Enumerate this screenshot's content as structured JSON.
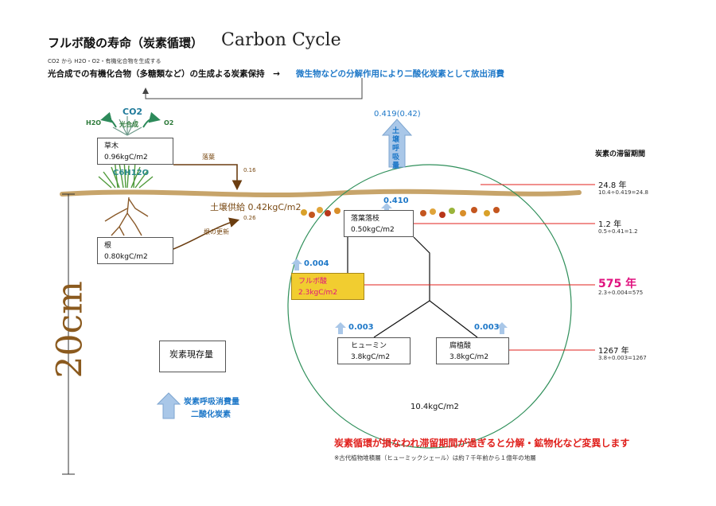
{
  "header": {
    "title": "フルボ酸の寿命（炭素循環）",
    "title_en": "Carbon Cycle",
    "sub_small": "CO2 から H2O・O2・有機化合物を生成する",
    "sub_main": "光合成での有機化合物（多糖類など）の生成よる炭素保持　→",
    "sub_blue": "微生物などの分解作用により二酸化炭素として放出消費"
  },
  "plant": {
    "co2": "CO2",
    "photosynthesis": "光合成",
    "h2o": "H2O",
    "o2": "O2",
    "c6h12o": "C6H12O"
  },
  "boxes": {
    "grass_name": "草木",
    "grass_value": "0.96kgC/m2",
    "root_name": "根",
    "root_value": "0.80kgC/m2",
    "litter_name": "落葉落枝",
    "litter_value": "0.50kgC/m2",
    "fulvic_name": "フルボ酸",
    "fulvic_value": "2.3kgC/m2",
    "humin_name": "ヒューミン",
    "humin_value": "3.8kgC/m2",
    "humic_name": "腐植酸",
    "humic_value": "3.8kgC/m2",
    "stock_label": "炭素現存量"
  },
  "flows": {
    "leaf_fall": "落葉",
    "leaf_fall_value": "0.16",
    "soil_supply": "土壌供給 0.42kgC/m2",
    "root_renewal_value": "0.26",
    "root_renewal": "根の更新",
    "soil_resp_value": "0.419(0.42)",
    "soil_resp": "土壌呼吸量",
    "litter_resp": "0.410",
    "fulvic_resp": "0.004",
    "humin_resp": "0.003",
    "humic_resp": "0.003",
    "total_circle": "10.4kgC/m2"
  },
  "legend": {
    "line1": "炭素呼吸消費量",
    "line2": "二酸化炭素"
  },
  "depth": "20cm",
  "residence": {
    "header": "炭素の滞留期間",
    "items": [
      {
        "years": "24.8 年",
        "calc": "10.4÷0.419=24.8"
      },
      {
        "years": "1.2 年",
        "calc": "0.5÷0.41=1.2"
      },
      {
        "years": "575 年",
        "calc": "2.3÷0.004=575"
      },
      {
        "years": "1267 年",
        "calc": "3.8÷0.003=1267"
      }
    ]
  },
  "footer": {
    "warning": "炭素循環が損なわれ滞留期間が過ぎると分解・鉱物化など変異します",
    "note": "※古代植物堆積層（ヒューミックシェール）は約７千年前から１億年の地層"
  },
  "colors": {
    "accent_blue": "#1e78c8",
    "accent_red": "#e0201c",
    "magenta": "#e0127f",
    "soil_brown": "#c7a46a",
    "fulvic_yellow": "#f1cd30",
    "arrow_blue": "#a9c7e8"
  }
}
